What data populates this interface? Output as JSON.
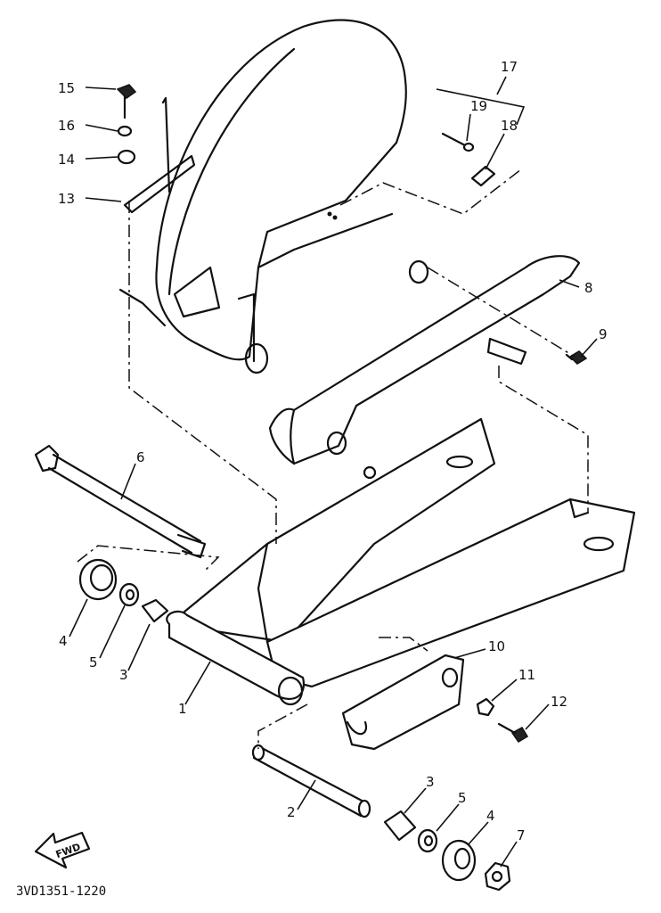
{
  "diagram_code": "3VD1351-1220",
  "fwd_label": "FWD",
  "callouts": {
    "p1": "1",
    "p2": "2",
    "p3a": "3",
    "p3b": "3",
    "p4a": "4",
    "p4b": "4",
    "p5a": "5",
    "p5b": "5",
    "p6": "6",
    "p7": "7",
    "p8": "8",
    "p9": "9",
    "p10": "10",
    "p11": "11",
    "p12": "12",
    "p13": "13",
    "p14": "14",
    "p15": "15",
    "p16": "16",
    "p17": "17",
    "p18": "18",
    "p19": "19"
  }
}
